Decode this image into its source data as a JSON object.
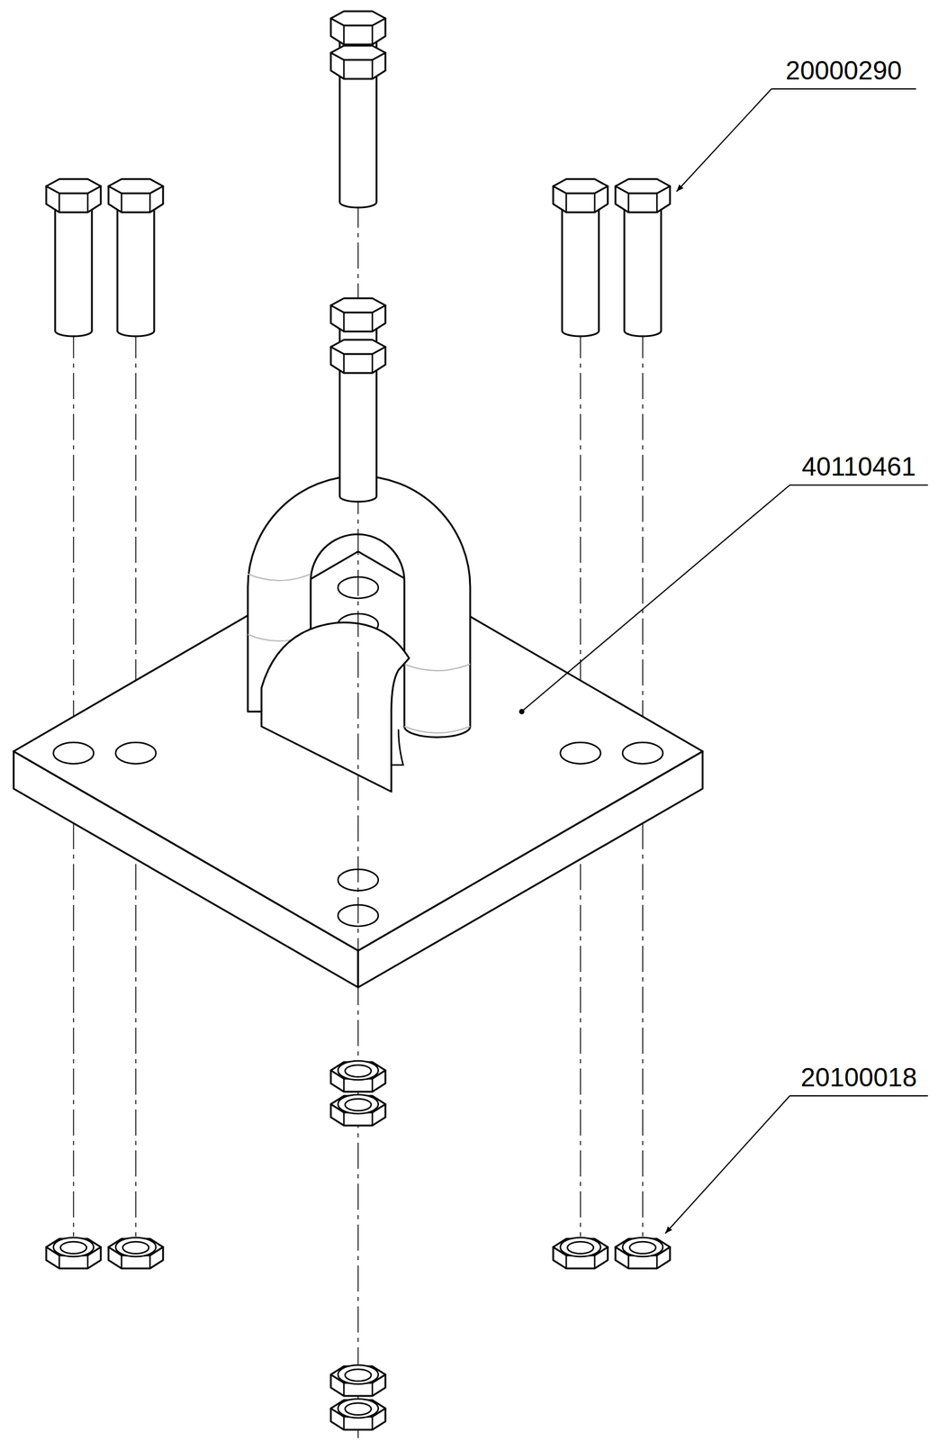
{
  "diagram": {
    "labels": [
      "20000290",
      "40110461",
      "20100018"
    ]
  }
}
